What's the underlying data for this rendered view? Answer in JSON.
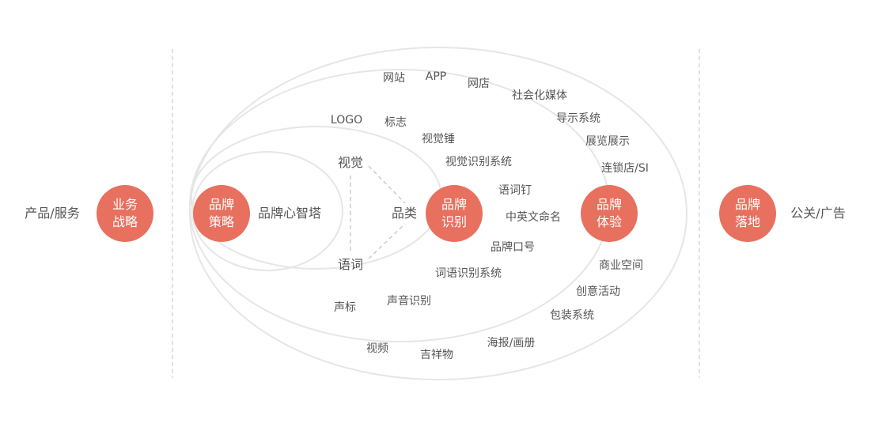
{
  "left_label": "产品/服务",
  "right_label": "公关/广告",
  "circles": {
    "business": [
      "业务",
      "战略"
    ],
    "strategy": [
      "品牌",
      "策略"
    ],
    "identity": [
      "品牌",
      "识别"
    ],
    "experience": [
      "品牌",
      "体验"
    ],
    "landing": [
      "品牌",
      "落地"
    ]
  },
  "core": {
    "mind_tower": "品牌心智塔",
    "visual": "视觉",
    "verbal": "语词",
    "category": "品类"
  },
  "identity_items": {
    "logo": "LOGO",
    "mark": "标志",
    "visual_hammer": "视觉锤",
    "vi_system": "视觉识别系统",
    "verbal_nail": "语词钉",
    "naming": "中英文命名",
    "slogan": "品牌口号",
    "verbal_system": "词语识别系统",
    "sound_mark": "声标",
    "sound_id": "声音识别"
  },
  "experience_items": {
    "website": "网站",
    "app": "APP",
    "eshop": "网店",
    "social": "社会化媒体",
    "signage": "导示系统",
    "exhibition": "展览展示",
    "chain_store": "连锁店/SI",
    "commercial_space": "商业空间",
    "creative_event": "创意活动",
    "packaging": "包装系统",
    "poster": "海报/画册",
    "mascot": "吉祥物",
    "video": "视频"
  },
  "colors": {
    "accent": "#e8705f",
    "text": "#555555",
    "line": "#e6e6e6",
    "dash": "#cccccc"
  }
}
